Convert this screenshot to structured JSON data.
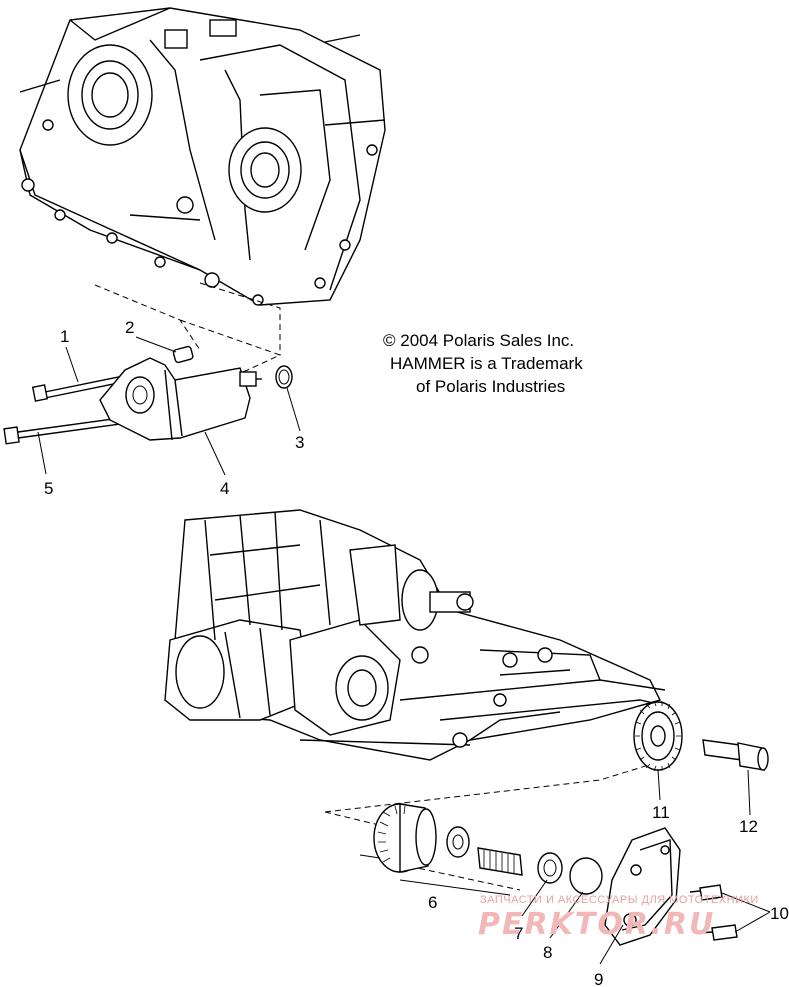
{
  "copyright": {
    "line1": "© 2004 Polaris Sales Inc.",
    "line2": "HAMMER is a Trademark",
    "line3": "of Polaris Industries"
  },
  "callouts": [
    "1",
    "2",
    "3",
    "4",
    "5",
    "6",
    "7",
    "8",
    "9",
    "10",
    "11",
    "12"
  ],
  "watermark": {
    "tagline": "ЗАПЧАСТИ И АКСЕССУАРЫ ДЛЯ МОТОТЕХНИКИ",
    "brand": "PERKTOR.RU"
  }
}
